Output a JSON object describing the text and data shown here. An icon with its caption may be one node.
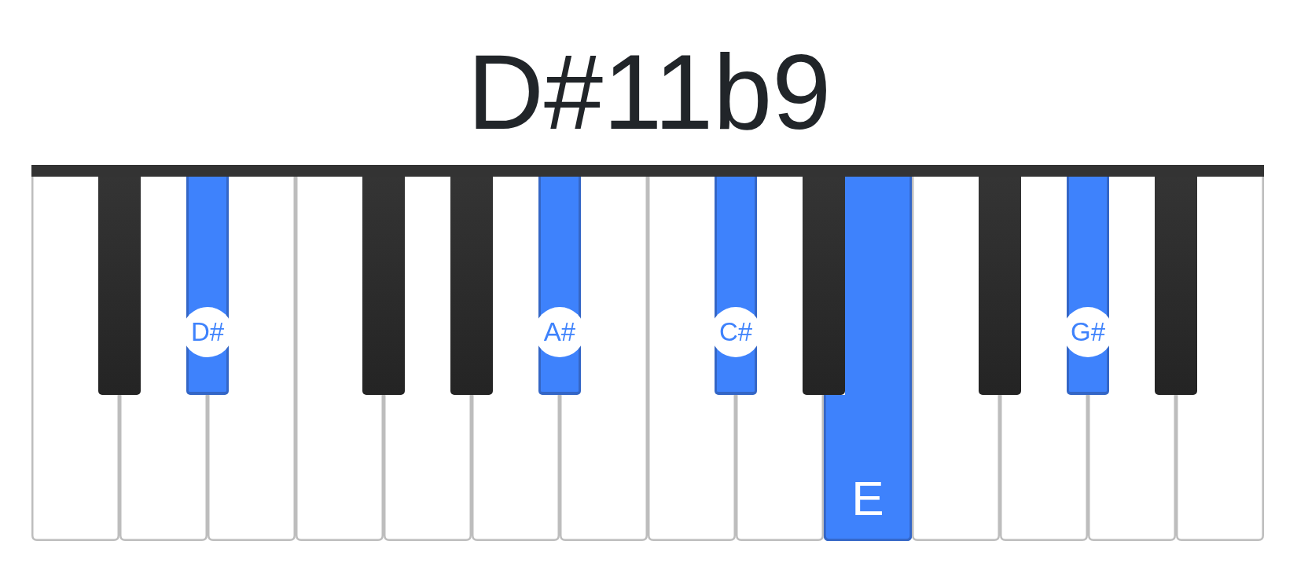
{
  "diagram": {
    "title": "D#11b9",
    "nodes": [
      {
        "text": [],
        "shape": "bar"
      },
      {
        "text": [],
        "shape": "box"
      },
      {
        "text": [],
        "shape": "box"
      },
      {
        "text": [],
        "shape": "box"
      },
      {
        "text": [
          "D#"
        ]
      },
      {
        "text": [],
        "shape": "box"
      },
      {
        "text": [],
        "shape": "box"
      },
      {
        "text": [],
        "shape": "box"
      },
      {
        "text": [],
        "shape": "box"
      },
      {
        "text": [],
        "shape": "box"
      },
      {
        "text": [],
        "shape": "box"
      },
      {
        "text": [
          "A#"
        ]
      },
      {
        "text": [],
        "shape": "box"
      },
      {
        "text": [],
        "shape": "box"
      },
      {
        "text": [
          "C#"
        ]
      },
      {
        "text": [],
        "shape": "box"
      },
      {
        "text": [],
        "shape": "box"
      },
      {
        "text": [
          "E"
        ]
      },
      {
        "text": [],
        "shape": "box"
      },
      {
        "text": [],
        "shape": "box"
      },
      {
        "text": [],
        "shape": "box"
      },
      {
        "text": [
          "G#"
        ]
      },
      {
        "text": [],
        "shape": "box"
      },
      {
        "text": [],
        "shape": "box"
      },
      {
        "text": [],
        "shape": "box"
      }
    ]
  }
}
